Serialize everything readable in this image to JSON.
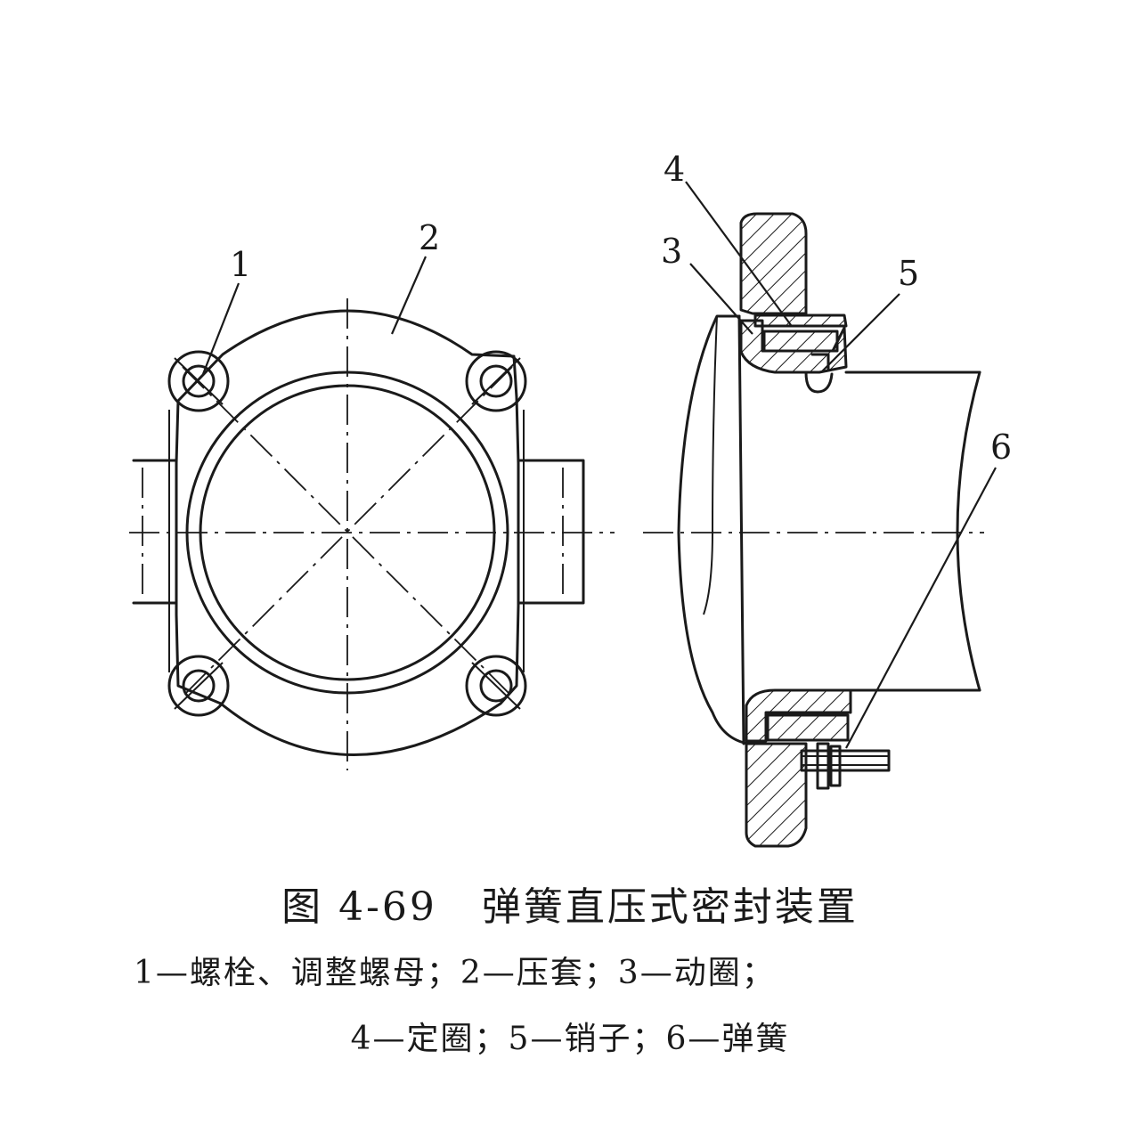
{
  "figure": {
    "title_number": "图 4-69",
    "title_text": "弹簧直压式密封装置",
    "legend_line1": "1—螺栓、调整螺母；2—压套；3—动圈；",
    "legend_line2": "4—定圈；5—销子；6—弹簧"
  },
  "part_labels": [
    "1",
    "2",
    "3",
    "4",
    "5",
    "6"
  ],
  "colors": {
    "ink": "#1a1a1a",
    "paper": "#ffffff"
  }
}
